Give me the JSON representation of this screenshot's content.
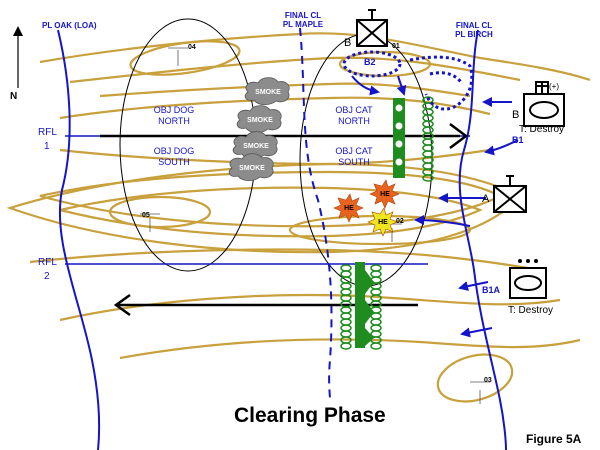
{
  "title": "Clearing Phase",
  "figure": "Figure 5A",
  "north": "N",
  "phase_lines": {
    "oak": "PL OAK (LOA)",
    "maple_line1": "FINAL CL",
    "maple_line2": "PL MAPLE",
    "birch_line1": "FINAL CL",
    "birch_line2": "PL BIRCH"
  },
  "rfl": [
    {
      "line1": "RFL",
      "line2": "1"
    },
    {
      "line1": "RFL",
      "line2": "2"
    }
  ],
  "objectives": {
    "dog_north_1": "OBJ DOG",
    "dog_north_2": "NORTH",
    "dog_south_1": "OBJ DOG",
    "dog_south_2": "SOUTH",
    "cat_north_1": "OBJ CAT",
    "cat_north_2": "NORTH",
    "cat_south_1": "OBJ CAT",
    "cat_south_2": "SOUTH"
  },
  "smoke": [
    "SMOKE",
    "SMOKE",
    "SMOKE",
    "SMOKE"
  ],
  "he": [
    "HE",
    "HE",
    "HE"
  ],
  "hills": [
    "04",
    "05",
    "01",
    "02",
    "03"
  ],
  "units": {
    "b_top": "B",
    "b2": "B2",
    "b_right": "B",
    "b1": "B1",
    "destroy1": "T: Destroy",
    "a": "A",
    "b1a": "B1A",
    "destroy2": "T: Destroy",
    "plus_mark": "(+)"
  },
  "colors": {
    "terrain": "#c8a03c",
    "friendly": "#1414c8",
    "green": "#1e8c1e",
    "smoke_fill": "#8c8c8c",
    "he_orange": "#e8641e",
    "he_yellow": "#f0e61e"
  }
}
